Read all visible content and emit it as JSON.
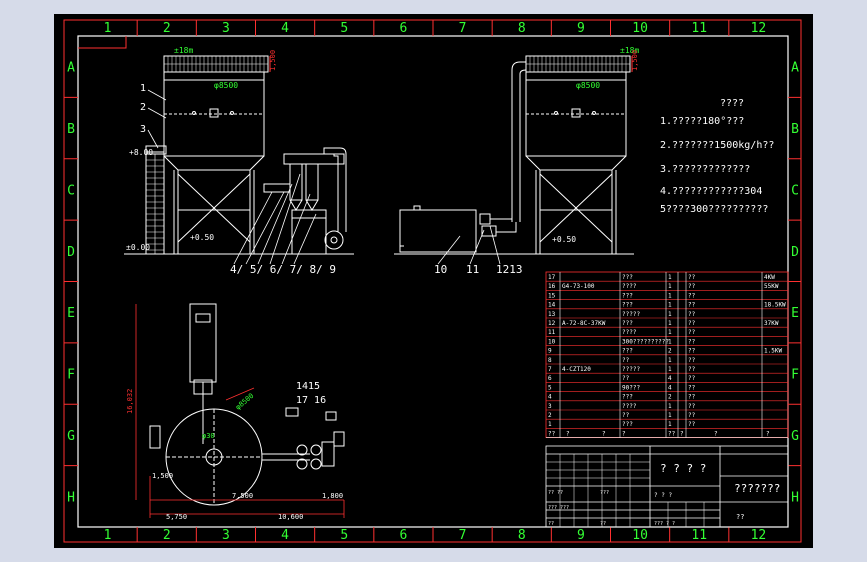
{
  "border": {
    "columns": [
      "1",
      "2",
      "3",
      "4",
      "5",
      "6",
      "7",
      "8",
      "9",
      "10",
      "11",
      "12"
    ],
    "rows": [
      "A",
      "B",
      "C",
      "D",
      "E",
      "F",
      "G",
      "H"
    ]
  },
  "tech_requirements": {
    "heading": "????",
    "items": [
      "1.?????180°???",
      "2.???????1500kg/h??",
      "3.?????????????",
      "4.????????????304",
      "5????300??????????"
    ]
  },
  "left_view": {
    "top_level": "±18m",
    "dia": "φ8500",
    "dim_side": "1,500",
    "platform_level": "+8.00",
    "base_level": "±0.00",
    "leg_level": "+0.50",
    "callouts_left": [
      "1",
      "2",
      "3"
    ],
    "callouts_bottom": "4/ 5/ 6/ 7/ 8/ 9"
  },
  "right_view": {
    "top_level": "±18m",
    "dia": "φ8500",
    "dim_side": "1,500",
    "leg_level": "+0.50",
    "callouts_bottom": [
      "10",
      "11",
      "1213"
    ]
  },
  "plan_view": {
    "dim_height": "16,032",
    "dim_dia": "φ8500",
    "dim_left": "1,500",
    "dim_mid": "7,500",
    "dim_right": "1,800",
    "dim_bottom_left": "5,750",
    "dim_bottom_total": "10,600",
    "center_label": "φ30",
    "callouts": [
      "1415",
      "17 16"
    ]
  },
  "parts_list": [
    {
      "no": "17",
      "code": "",
      "name": "???",
      "qty": "1",
      "mat": "??",
      "note": "4KW"
    },
    {
      "no": "16",
      "code": "G4-73-100",
      "name": "????",
      "qty": "1",
      "mat": "??",
      "note": "55KW"
    },
    {
      "no": "15",
      "code": "",
      "name": "???",
      "qty": "1",
      "mat": "??",
      "note": ""
    },
    {
      "no": "14",
      "code": "",
      "name": "???",
      "qty": "1",
      "mat": "??",
      "note": "18.5KW"
    },
    {
      "no": "13",
      "code": "",
      "name": "?????",
      "qty": "1",
      "mat": "??",
      "note": ""
    },
    {
      "no": "12",
      "code": "A-72-8C-37KW",
      "name": "???",
      "qty": "1",
      "mat": "??",
      "note": "37KW"
    },
    {
      "no": "11",
      "code": "",
      "name": "????",
      "qty": "1",
      "mat": "??",
      "note": ""
    },
    {
      "no": "10",
      "code": "",
      "name": "300??????????",
      "qty": "1",
      "mat": "??",
      "note": ""
    },
    {
      "no": "9",
      "code": "",
      "name": "???",
      "qty": "2",
      "mat": "??",
      "note": "1.5KW"
    },
    {
      "no": "8",
      "code": "",
      "name": "??",
      "qty": "1",
      "mat": "??",
      "note": ""
    },
    {
      "no": "7",
      "code": "4-CZT120",
      "name": "?????",
      "qty": "1",
      "mat": "??",
      "note": ""
    },
    {
      "no": "6",
      "code": "",
      "name": "??",
      "qty": "4",
      "mat": "??",
      "note": ""
    },
    {
      "no": "5",
      "code": "",
      "name": "90???",
      "qty": "4",
      "mat": "??",
      "note": ""
    },
    {
      "no": "4",
      "code": "",
      "name": "???",
      "qty": "2",
      "mat": "??",
      "note": ""
    },
    {
      "no": "3",
      "code": "",
      "name": "????",
      "qty": "1",
      "mat": "??",
      "note": ""
    },
    {
      "no": "2",
      "code": "",
      "name": "??",
      "qty": "1",
      "mat": "??",
      "note": ""
    },
    {
      "no": "1",
      "code": "",
      "name": "???",
      "qty": "1",
      "mat": "??",
      "note": ""
    }
  ],
  "parts_header": [
    "??",
    "?",
    "?",
    "?",
    "??",
    "?",
    "?",
    "?"
  ],
  "title_block": {
    "drawing_name": "? ? ? ?",
    "company": "???????",
    "scale_row": "? ? ?",
    "small_labels": [
      "?? ??",
      "??? ???",
      "???",
      "??? ? ?",
      "??",
      "??"
    ],
    "sheet": "??"
  }
}
